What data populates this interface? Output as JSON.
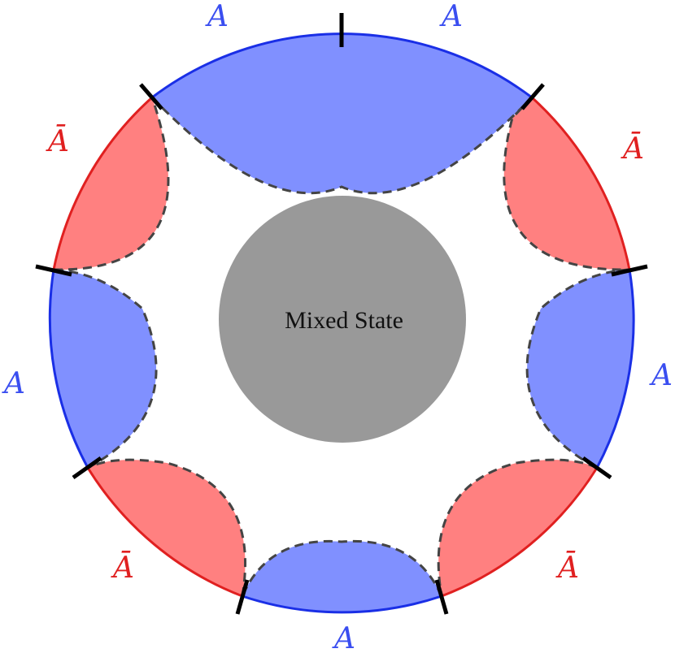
{
  "center": {
    "label": "Mixed State",
    "color": "#999999"
  },
  "colors": {
    "a_fill": "#8090ff",
    "a_stroke": "#1a2fe6",
    "abar_fill": "#ff8080",
    "abar_stroke": "#e02020",
    "label_a": "#3a4ef0",
    "label_abar": "#e02020",
    "dashed_boundary": "#444444",
    "divider": "#000000"
  },
  "regions": [
    {
      "id": "region-a-top",
      "type": "A",
      "label": "A"
    },
    {
      "id": "region-abar-upper-right",
      "type": "Abar",
      "label": "Ā"
    },
    {
      "id": "region-a-right",
      "type": "A",
      "label": "A"
    },
    {
      "id": "region-abar-lower-right",
      "type": "Abar",
      "label": "Ā"
    },
    {
      "id": "region-a-bottom",
      "type": "A",
      "label": "A"
    },
    {
      "id": "region-abar-lower-left",
      "type": "Abar",
      "label": "Ā"
    },
    {
      "id": "region-a-left",
      "type": "A",
      "label": "A"
    },
    {
      "id": "region-abar-upper-left",
      "type": "Abar",
      "label": "Ā"
    }
  ],
  "top_labels": {
    "left": "A",
    "right": "A"
  }
}
